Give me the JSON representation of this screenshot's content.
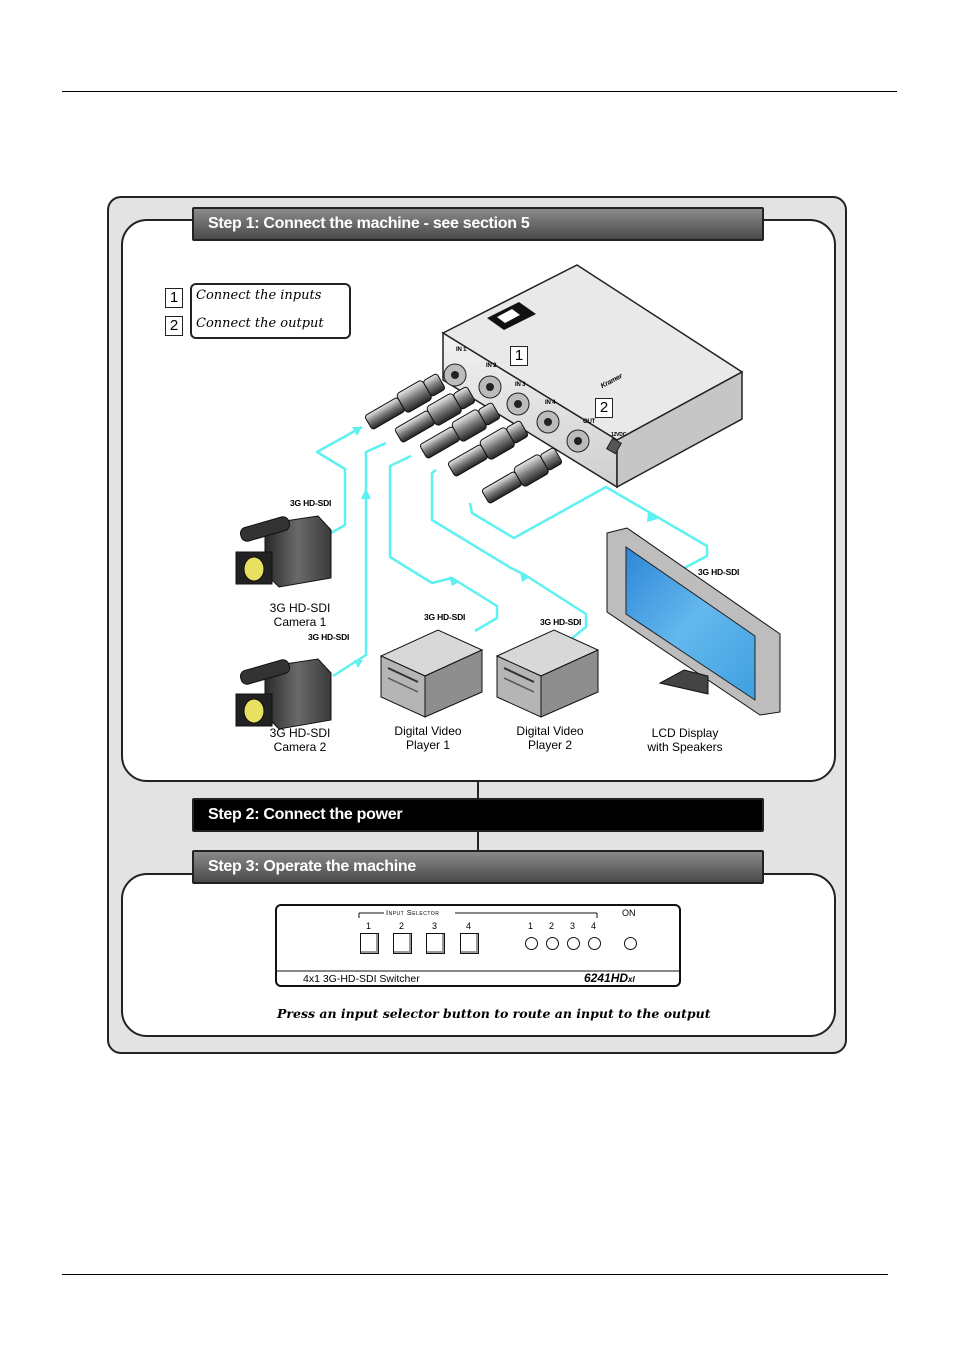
{
  "steps": {
    "step1": "Step 1: Connect the machine - see section 5",
    "step2": "Step 2: Connect the power",
    "step3": "Step 3: Operate the machine"
  },
  "legend": [
    {
      "number": "1",
      "text": "Connect the inputs"
    },
    {
      "number": "2",
      "text": "Connect the output"
    }
  ],
  "device_badges": [
    "1",
    "2"
  ],
  "port_labels": [
    "IN 1",
    "IN 2",
    "IN 3",
    "IN 4",
    "OUT",
    "12VDC"
  ],
  "device_brand_text": "Kramer",
  "cable_labels": [
    "3G HD-SDI",
    "3G HD-SDI",
    "3G HD-SDI",
    "3G HD-SDI",
    "3G HD-SDI"
  ],
  "devices": [
    {
      "line1": "3G HD-SDI",
      "line2": "Camera 1"
    },
    {
      "line1": "3G HD-SDI",
      "line2": "Camera 2"
    },
    {
      "line1": "Digital Video",
      "line2": "Player 1"
    },
    {
      "line1": "Digital Video",
      "line2": "Player 2"
    },
    {
      "line1": "LCD Display",
      "line2": "with Speakers"
    }
  ],
  "front_panel": {
    "selector_title": "Input Selector",
    "button_numbers": [
      "1",
      "2",
      "3",
      "4"
    ],
    "led_numbers": [
      "1",
      "2",
      "3",
      "4"
    ],
    "on_label": "ON",
    "product_name": "4x1 3G-HD-SDI Switcher",
    "model": "6241HD",
    "model_suffix": "xl"
  },
  "instruction": "Press an input selector button to route an input to the output",
  "colors": {
    "cable": "#5ff0f0",
    "banner_gray": "#6b6b6b",
    "frame_bg": "#e3e3e3",
    "screen": "#3f9fe0"
  }
}
